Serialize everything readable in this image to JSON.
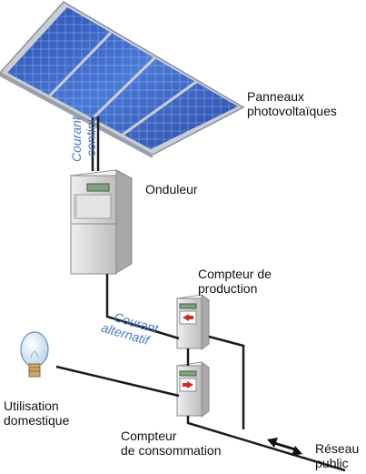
{
  "labels": {
    "panels": [
      "Panneaux",
      "photovoltaïques"
    ],
    "dc_current": [
      "Courant",
      "continu"
    ],
    "inverter": "Onduleur",
    "production_meter": [
      "Compteur de",
      "production"
    ],
    "ac_current": [
      "Courant",
      "alternatif"
    ],
    "domestic_use": [
      "Utilisation",
      "domestique"
    ],
    "consumption_meter": [
      "Compteur",
      "de consommation"
    ],
    "grid": [
      "Réseau",
      "public"
    ]
  },
  "colors": {
    "panel_cell": "#3b64c4",
    "panel_frame": "#c9ced6",
    "current_text": "#4a78c8",
    "wire": "#1a1a1a",
    "cabinet": "#d8d8d8",
    "arrow_red": "#d6282a"
  },
  "icons": [
    "light-bulb-icon",
    "double-arrow-icon"
  ]
}
